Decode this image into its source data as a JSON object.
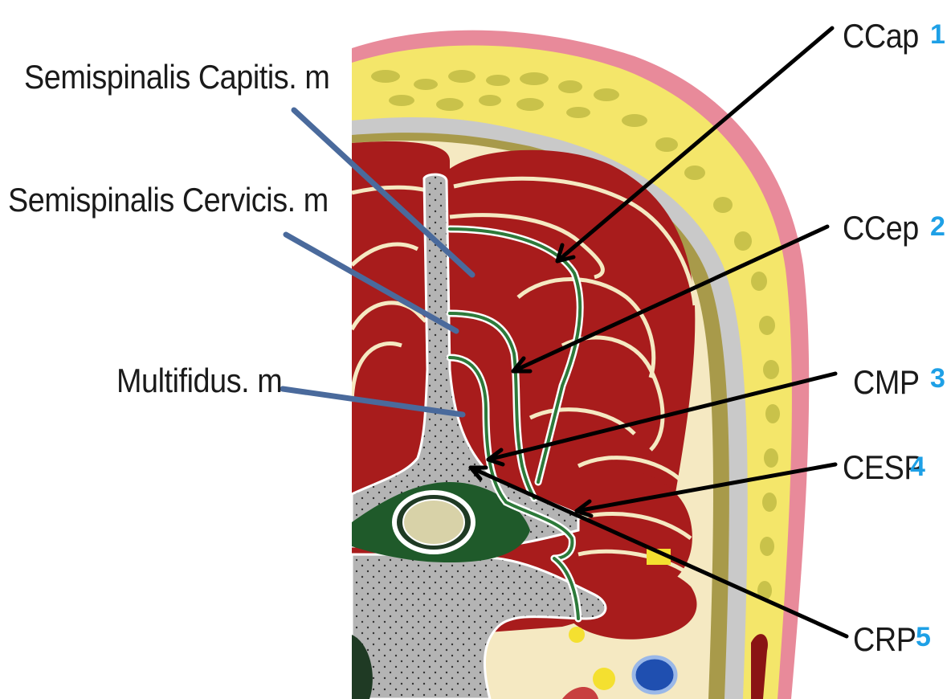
{
  "labels": {
    "muscles": [
      "Semispinalis Capitis. m",
      "Semispinalis Cervicis. m",
      "Multifidus. m"
    ],
    "planes": [
      {
        "abbr": "CCap",
        "number": "1"
      },
      {
        "abbr": "CCep",
        "number": "2"
      },
      {
        "abbr": "CMP",
        "number": "3"
      },
      {
        "abbr": "CESP",
        "number": "4"
      },
      {
        "abbr": "CRP",
        "number": "5"
      }
    ]
  },
  "colors": {
    "skin": "#e88a9a",
    "fat": "#f4e66a",
    "fat_lobules": "#c9c24a",
    "fascia": "#c9c9c9",
    "muscle": "#a81c1c",
    "bone": "#b4b4b4",
    "vertebral_body": "#d8d2a8",
    "nerve_plane": "#2d7a3a",
    "leader_line": "#4a6a9c",
    "pointer": "#000000",
    "number_accent": "#1ea0e6"
  }
}
